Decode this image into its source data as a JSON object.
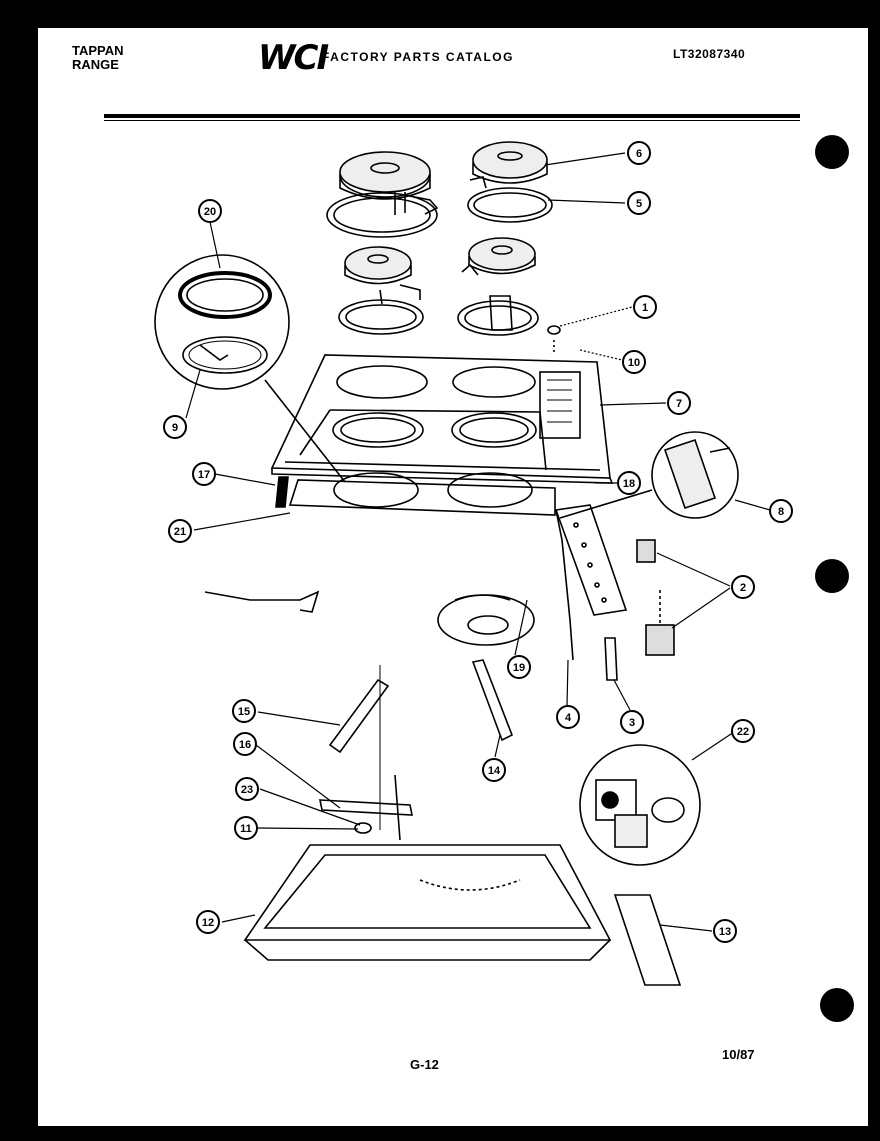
{
  "header": {
    "brand_line1": "TAPPAN",
    "brand_line2": "RANGE",
    "logo": "WCI",
    "catalog_title": "FACTORY PARTS CATALOG",
    "model_number": "LT32087340"
  },
  "footer": {
    "page_number": "G-12",
    "date_code": "10/87"
  },
  "callouts": [
    {
      "id": "c6",
      "label": "6"
    },
    {
      "id": "c5",
      "label": "5"
    },
    {
      "id": "c20",
      "label": "20"
    },
    {
      "id": "c1",
      "label": "1"
    },
    {
      "id": "c10",
      "label": "10"
    },
    {
      "id": "c7",
      "label": "7"
    },
    {
      "id": "c9",
      "label": "9"
    },
    {
      "id": "c17",
      "label": "17"
    },
    {
      "id": "c18",
      "label": "18"
    },
    {
      "id": "c8",
      "label": "8"
    },
    {
      "id": "c21",
      "label": "21"
    },
    {
      "id": "c2",
      "label": "2"
    },
    {
      "id": "c19",
      "label": "19"
    },
    {
      "id": "c4",
      "label": "4"
    },
    {
      "id": "c3",
      "label": "3"
    },
    {
      "id": "c15",
      "label": "15"
    },
    {
      "id": "c22",
      "label": "22"
    },
    {
      "id": "c16",
      "label": "16"
    },
    {
      "id": "c14",
      "label": "14"
    },
    {
      "id": "c23",
      "label": "23"
    },
    {
      "id": "c11",
      "label": "11"
    },
    {
      "id": "c12",
      "label": "12"
    },
    {
      "id": "c13",
      "label": "13"
    }
  ]
}
